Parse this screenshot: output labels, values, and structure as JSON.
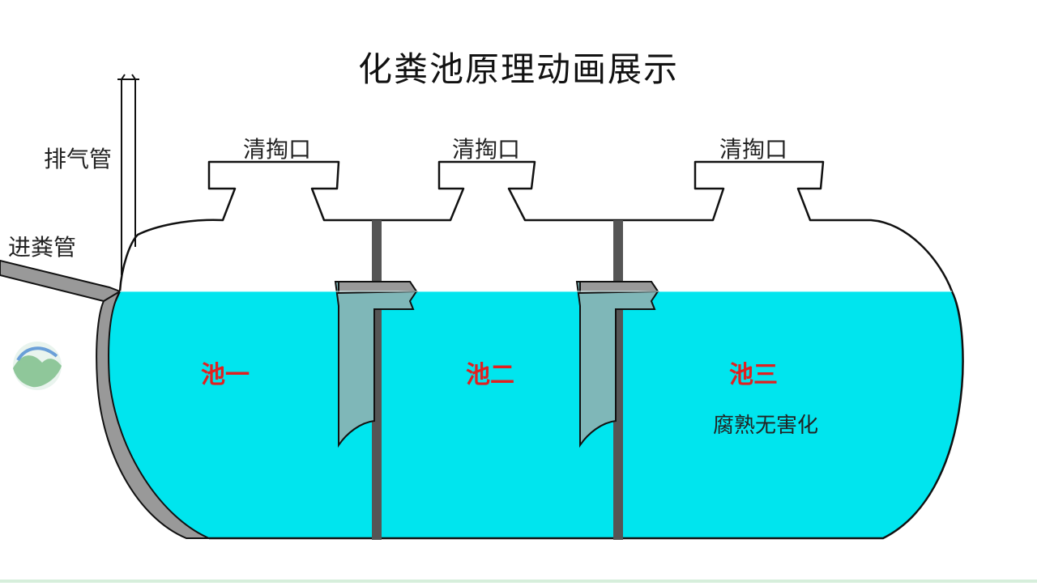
{
  "title": "化粪池原理动画展示",
  "labels": {
    "vent_pipe": "排气管",
    "inlet_pipe": "进粪管",
    "cleanout_1": "清掏口",
    "cleanout_2": "清掏口",
    "cleanout_3": "清掏口",
    "chamber_1": "池一",
    "chamber_2": "池二",
    "chamber_3": "池三",
    "chamber_3_note": "腐熟无害化"
  },
  "colors": {
    "water": "#00e5ee",
    "wall": "#999999",
    "baffle": "#7fb7b8",
    "partition": "#555555",
    "chamber_label": "#e02020",
    "outline": "#111111"
  },
  "icons": {
    "logo": "mountain-circle-logo"
  }
}
